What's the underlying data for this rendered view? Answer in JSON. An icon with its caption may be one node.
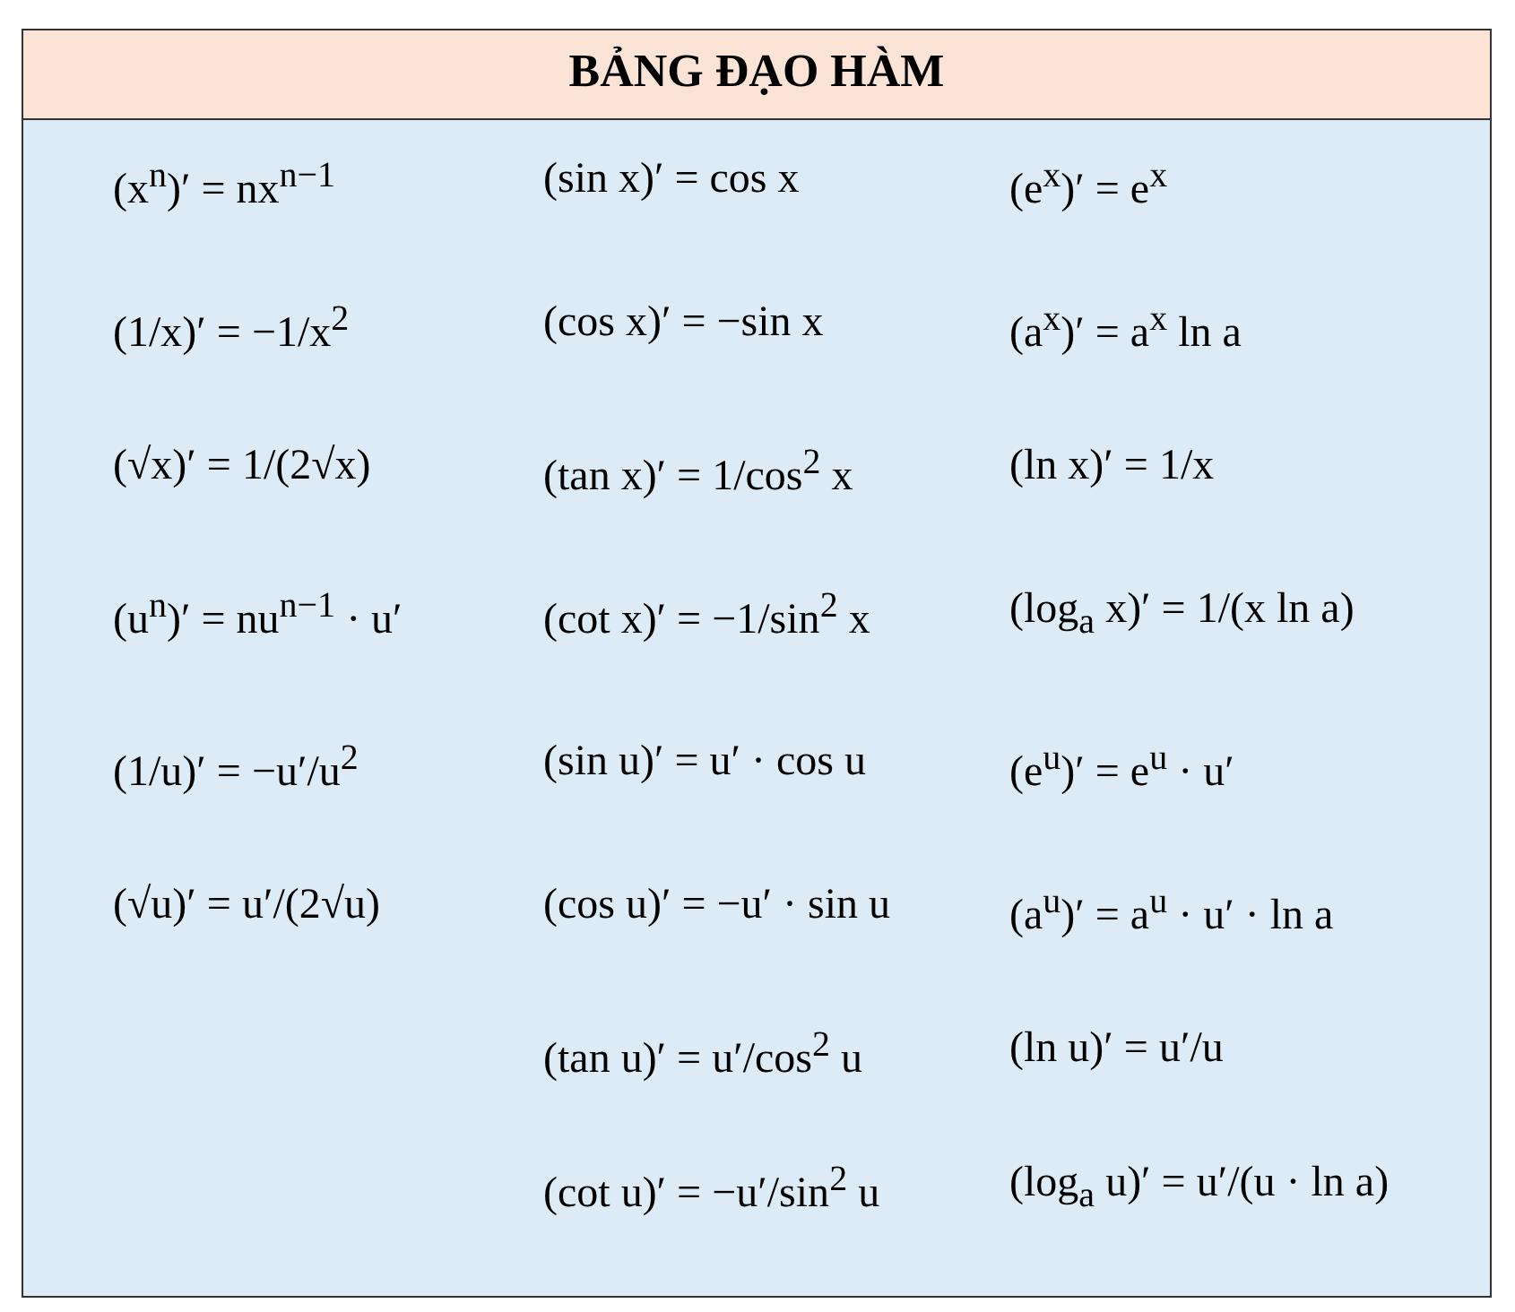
{
  "diagram": {
    "title": "BẢNG ĐẠO HÀM",
    "labels": [
      "(x$^{n}$)′ = nx$^{n−1}$",
      "(sin x)′ = cos x",
      "(e$^{x}$)′ = e$^{x}$",
      "(1/x)′ = −1/x$^{2}$",
      "(cos x)′ = −sin x",
      "(a$^{x}$)′ = a$^{x}$ ln a",
      "(√x)′ = 1/(2√x)",
      "(tan x)′ = 1/cos$^{2}$ x",
      "(ln x)′ = 1/x",
      "(u$^{n}$)′ = nu$^{n−1}$ · u′",
      "(cot x)′ = −1/sin$^{2}$ x",
      "(log$_{a}$ x)′ = 1/(x ln a)",
      "(1/u)′ = −u′/u$^{2}$",
      "(sin u)′ = u′ · cos u",
      "(e$^{u}$)′ = e$^{u}$ · u′",
      "(√u)′ = u′/(2√u)",
      "(cos u)′ = −u′ · sin u",
      "(a$^{u}$)′ = a$^{u}$ · u′ · ln a",
      "(tan u)′ = u′/cos$^{2}$ u",
      "(ln u)′ = u′/u",
      "(cot u)′ = −u′/sin$^{2}$ u",
      "(log$_{a}$ u)′ = u′/(u · ln a)"
    ]
  }
}
